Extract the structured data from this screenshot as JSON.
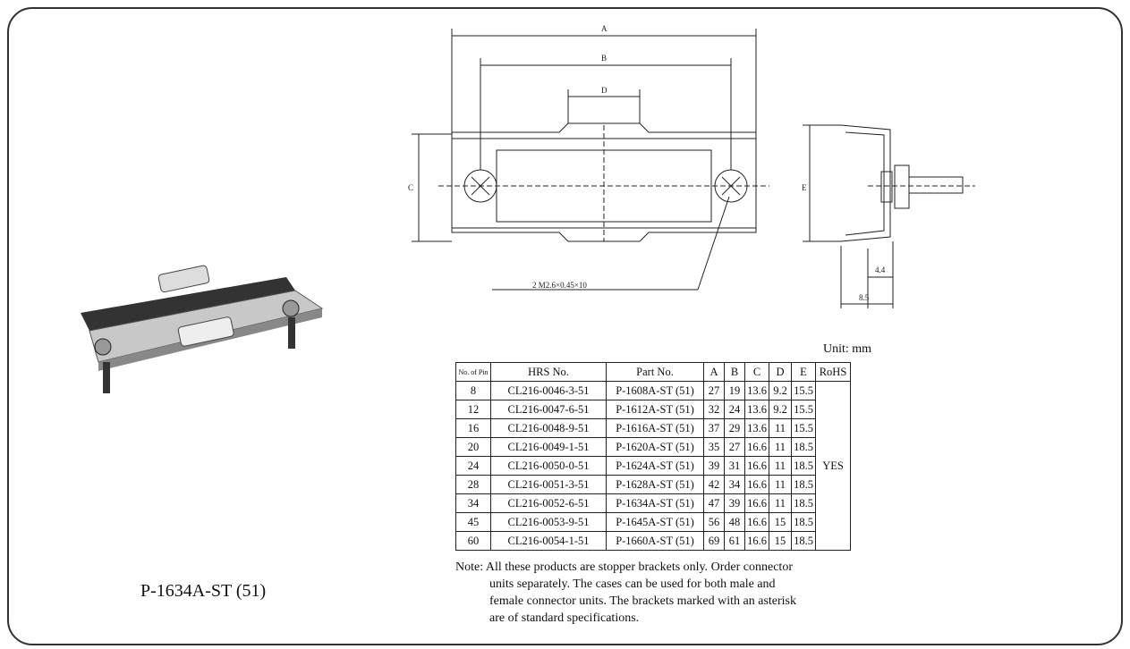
{
  "photo_caption": "P-1634A-ST (51)",
  "drawing_labels": {
    "A": "A",
    "B": "B",
    "D": "D",
    "C": "C",
    "E": "E",
    "screw": "2 M2.6×0.45×10",
    "dim_44": "4.4",
    "dim_85": "8.5"
  },
  "unit_label": "Unit: mm",
  "table": {
    "headers": [
      "No. of Pin",
      "HRS No.",
      "Part No.",
      "A",
      "B",
      "C",
      "D",
      "E",
      "RoHS"
    ],
    "rows": [
      [
        "8",
        "CL216-0046-3-51",
        "P-1608A-ST (51)",
        "27",
        "19",
        "13.6",
        "9.2",
        "15.5"
      ],
      [
        "12",
        "CL216-0047-6-51",
        "P-1612A-ST (51)",
        "32",
        "24",
        "13.6",
        "9.2",
        "15.5"
      ],
      [
        "16",
        "CL216-0048-9-51",
        "P-1616A-ST (51)",
        "37",
        "29",
        "13.6",
        "11",
        "15.5"
      ],
      [
        "20",
        "CL216-0049-1-51",
        "P-1620A-ST (51)",
        "35",
        "27",
        "16.6",
        "11",
        "18.5"
      ],
      [
        "24",
        "CL216-0050-0-51",
        "P-1624A-ST (51)",
        "39",
        "31",
        "16.6",
        "11",
        "18.5"
      ],
      [
        "28",
        "CL216-0051-3-51",
        "P-1628A-ST (51)",
        "42",
        "34",
        "16.6",
        "11",
        "18.5"
      ],
      [
        "34",
        "CL216-0052-6-51",
        "P-1634A-ST (51)",
        "47",
        "39",
        "16.6",
        "11",
        "18.5"
      ],
      [
        "45",
        "CL216-0053-9-51",
        "P-1645A-ST (51)",
        "56",
        "48",
        "16.6",
        "15",
        "18.5"
      ],
      [
        "60",
        "CL216-0054-1-51",
        "P-1660A-ST (51)",
        "69",
        "61",
        "16.6",
        "15",
        "18.5"
      ]
    ],
    "rohs_value": "YES"
  },
  "note": {
    "label": "Note:",
    "line1": "All these products are stopper brackets only. Order connector",
    "line2": "units separately. The cases can be used for both male and",
    "line3": "female connector units. The brackets marked with an asterisk",
    "line4": "are of standard specifications."
  }
}
